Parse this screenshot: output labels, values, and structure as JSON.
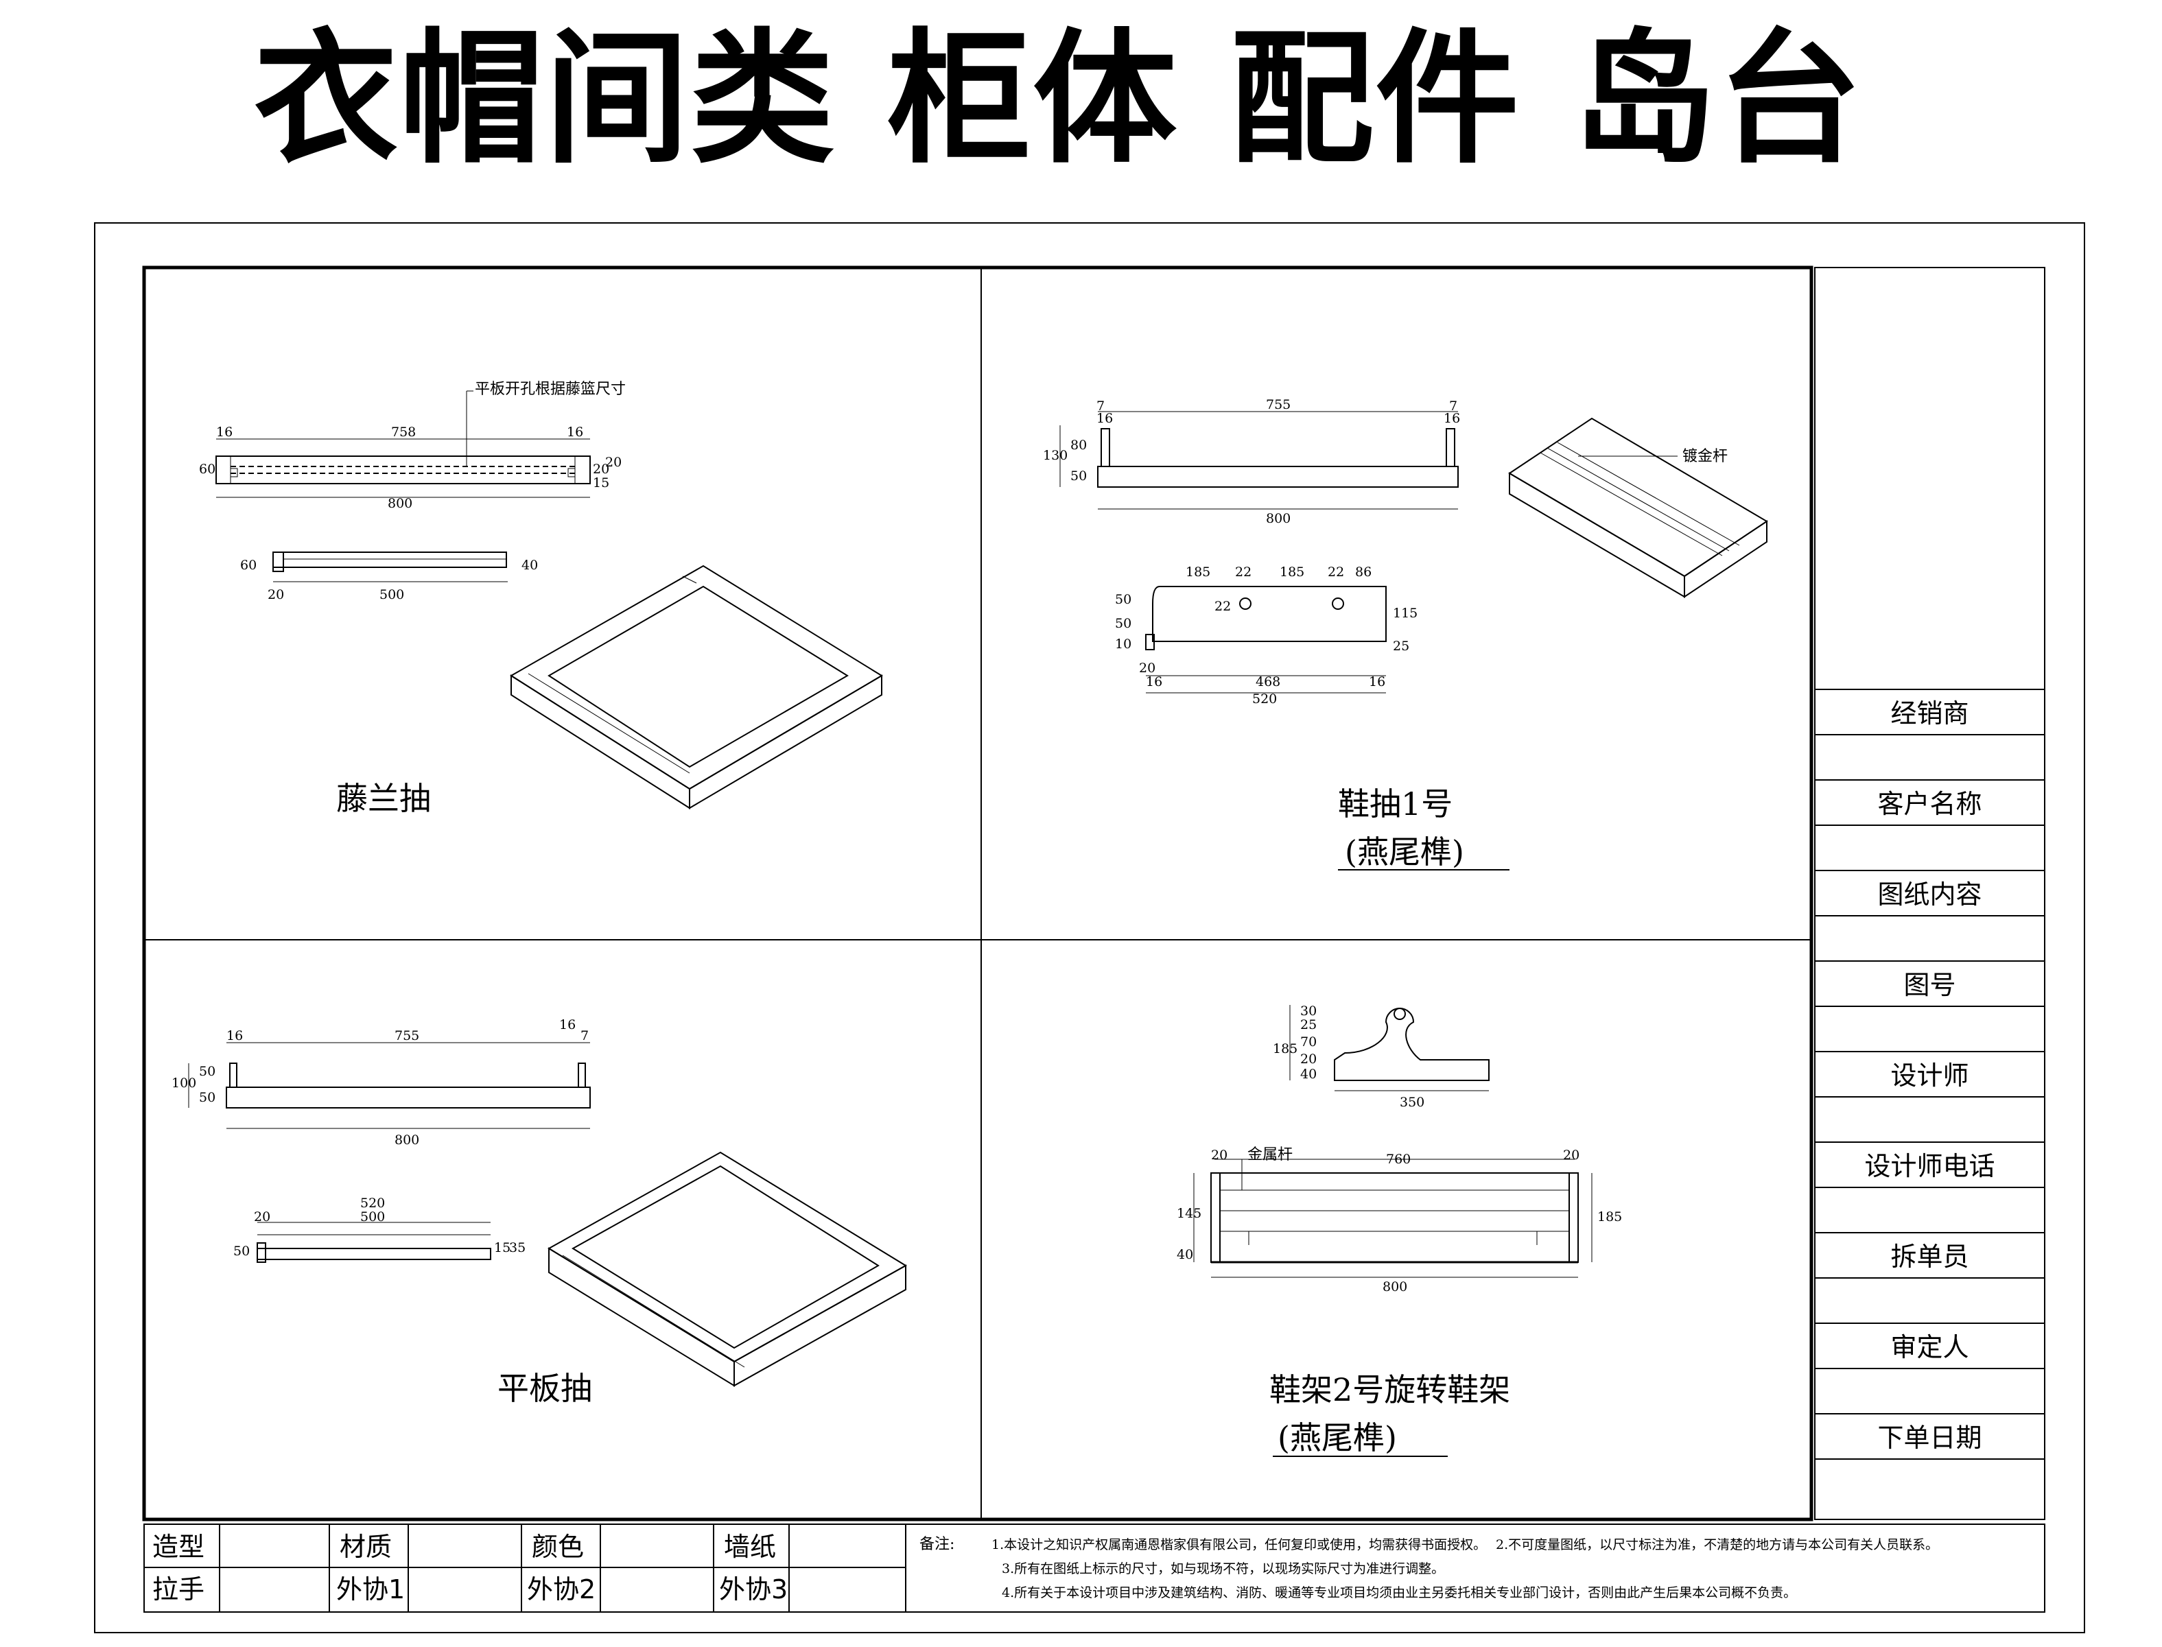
{
  "title": "衣帽间类 柜体 配件 岛台",
  "panels": {
    "rattan": {
      "caption": "藤兰抽",
      "note": "平板开孔根据藤篮尺寸",
      "dims": {
        "a": "16",
        "b": "758",
        "c": "16",
        "d": "60",
        "e": "20",
        "f": "15",
        "g": "20",
        "h": "800",
        "i": "60",
        "j": "40",
        "k": "20",
        "l": "500"
      }
    },
    "shoe1": {
      "caption": "鞋抽1号",
      "sub": "(燕尾榫)",
      "rod_label": "镀金杆",
      "dims": {
        "a": "7",
        "b": "16",
        "c": "755",
        "d": "7",
        "e": "16",
        "f": "130",
        "g": "80",
        "h": "50",
        "i": "800",
        "j": "185",
        "k": "22",
        "l": "185",
        "m": "22",
        "n": "86",
        "o": "50",
        "p": "50",
        "q": "10",
        "r": "22",
        "s": "115",
        "t": "25",
        "u": "20",
        "v": "16",
        "w": "468",
        "x": "16",
        "y": "520"
      }
    },
    "flat": {
      "caption": "平板抽",
      "dims": {
        "a": "16",
        "b": "755",
        "c": "16",
        "d": "7",
        "e": "100",
        "f": "50",
        "g": "50",
        "h": "800",
        "i": "520",
        "j": "20",
        "k": "500",
        "l": "50",
        "m": "15",
        "n": "35"
      }
    },
    "shoe2": {
      "caption": "鞋架2号旋转鞋架",
      "sub": "(燕尾榫)",
      "rod_label": "金属杆",
      "dims": {
        "a": "30",
        "b": "25",
        "c": "70",
        "d": "20",
        "e": "40",
        "f": "185",
        "g": "350",
        "h": "20",
        "i": "760",
        "j": "20",
        "k": "145",
        "l": "40",
        "m": "185",
        "n": "800"
      }
    }
  },
  "title_block": [
    "经销商",
    "客户名称",
    "图纸内容",
    "图号",
    "设计师",
    "设计师电话",
    "拆单员",
    "审定人",
    "下单日期"
  ],
  "bottom_table": {
    "row1": [
      "造型",
      "材质",
      "颜色",
      "墙纸"
    ],
    "row2": [
      "拉手",
      "外协1",
      "外协2",
      "外协3"
    ]
  },
  "notes": {
    "label": "备注:",
    "n1": "1.本设计之知识产权属南通恩楷家俱有限公司，任何复印或使用，均需获得书面授权。",
    "n2": "2.不可度量图纸，以尺寸标注为准，不清楚的地方请与本公司有关人员联系。",
    "n3": "3.所有在图纸上标示的尺寸，如与现场不符，以现场实际尺寸为准进行调整。",
    "n4": "4.所有关于本设计项目中涉及建筑结构、消防、暖通等专业项目均须由业主另委托相关专业部门设计，否则由此产生后果本公司概不负责。"
  }
}
